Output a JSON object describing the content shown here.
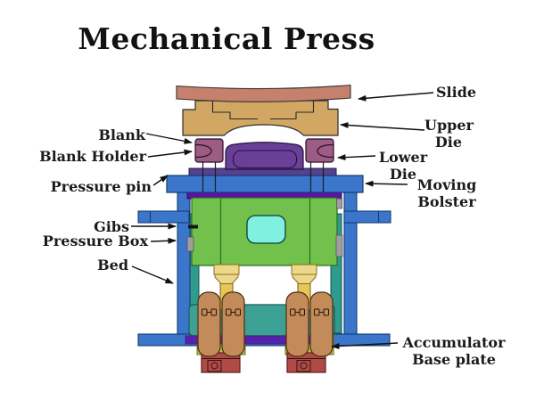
{
  "title": "Mechanical Press",
  "labels": {
    "blank": "Blank",
    "blank_holder": "Blank Holder",
    "pressure_pin": "Pressure pin",
    "gibs": "Gibs",
    "pressure_box": "Pressure Box",
    "bed": "Bed",
    "slide": "Slide",
    "upper_die": {
      "line1": "Upper",
      "line2": "Die"
    },
    "lower_die": {
      "line1": "Lower",
      "line2": "Die"
    },
    "moving_bolster": {
      "line1": "Moving",
      "line2": "Bolster"
    },
    "accumulator": {
      "line1": "Accumulator",
      "line2": "Base plate"
    }
  },
  "partColors": {
    "slide": "#c5806e",
    "upperDie": "#d1a763",
    "blankHolder": "#9c5c84",
    "lowerDie": "#6a4096",
    "dieBase": "#57408d",
    "frameBlue": "#3b76cb",
    "bolsterStrip": "#5c12a8",
    "pressureBox": "#72c14c",
    "window": "#80f0e0",
    "gibStrip": "#2f9b8f",
    "bedBlock": "#3da094",
    "mountOlive": "#b7c43c",
    "accumulator": "#c38b59",
    "basePlate": "#ae4b47",
    "footYellow": "#ecd88a",
    "pistonYellow": "#e7c657",
    "gray": "#9e9e9e",
    "arrow": "#111111"
  }
}
